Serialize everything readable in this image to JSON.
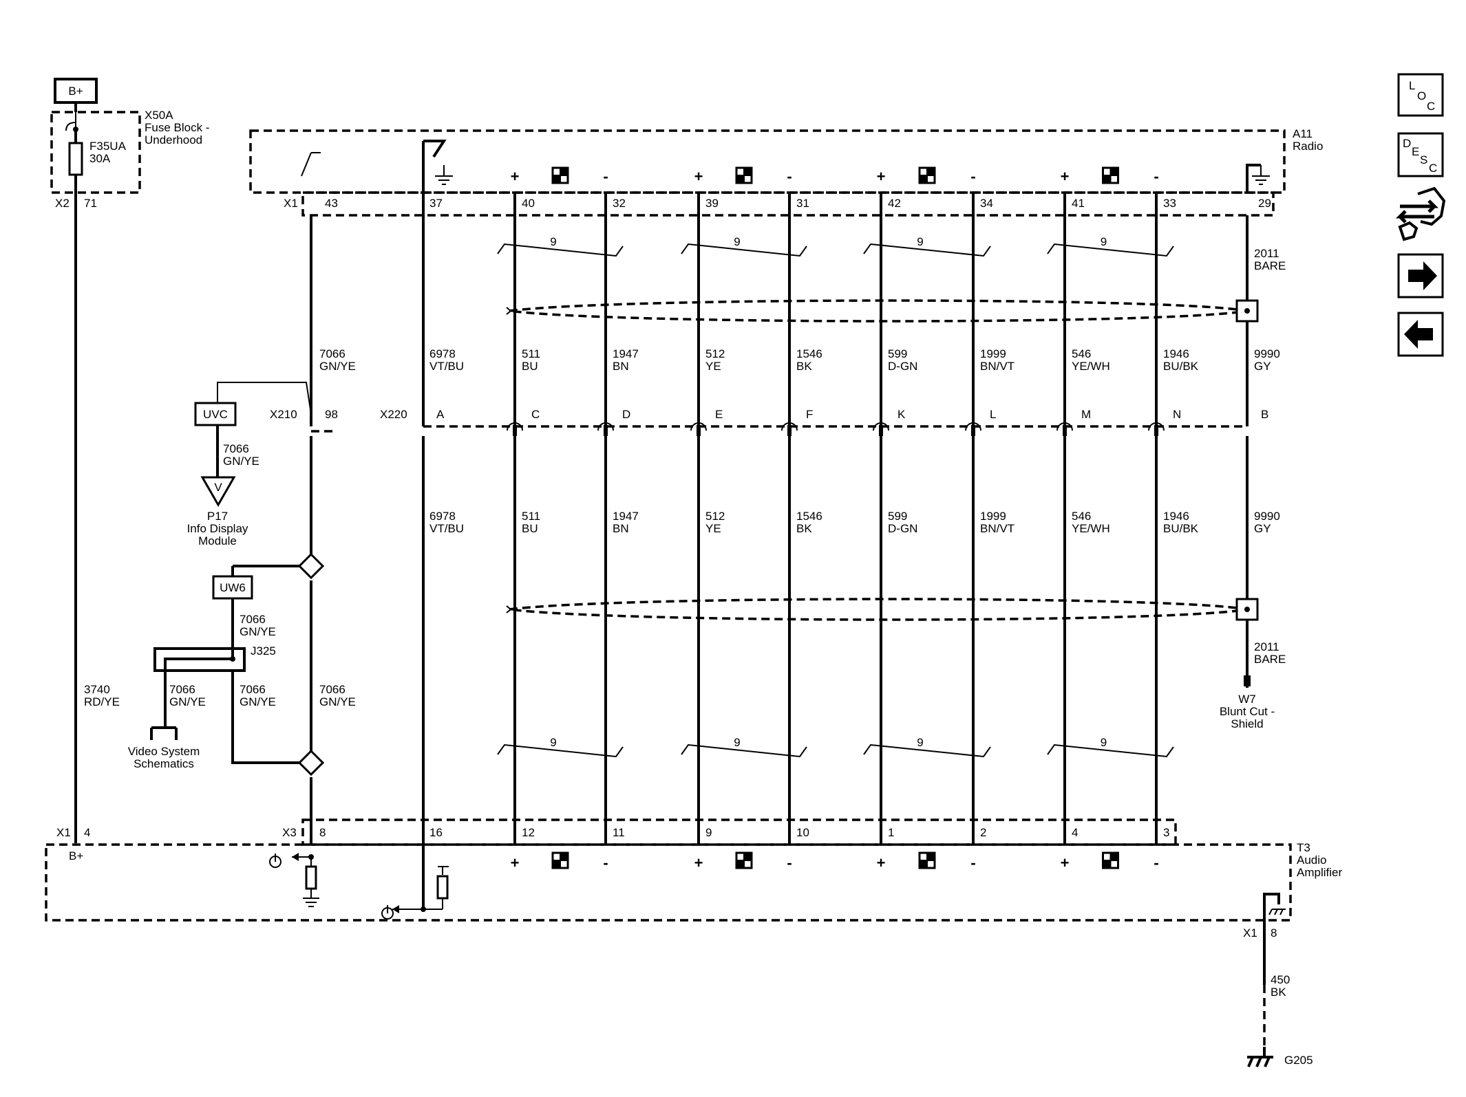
{
  "battery": {
    "label": "B+"
  },
  "fuse_block": {
    "ref": "X50A",
    "name_line1": "Fuse Block -",
    "name_line2": "Underhood",
    "fuse": "F35UA",
    "rating": "30A",
    "conn": "X2",
    "pin": "71"
  },
  "radio": {
    "ref": "A11",
    "name": "Radio",
    "conn": "X1"
  },
  "amplifier": {
    "ref": "T3",
    "name_line1": "Audio",
    "name_line2": "Amplifier",
    "conn": "X3",
    "bplus_conn": "X1",
    "bplus_pin": "4",
    "bplus_label": "B+",
    "ground_conn": "X1",
    "ground_pin": "8"
  },
  "inline_connectors": {
    "x210": "X210",
    "x210_pin": "98",
    "x220": "X220"
  },
  "battery_wire": {
    "circuit": "3740",
    "color": "RD/YE"
  },
  "enable_wire": {
    "radio_pin": "43",
    "amp_pin": "8",
    "circuit": "7066",
    "color": "GN/YE"
  },
  "splices": {
    "uvc": "UVC",
    "uw6": "UW6",
    "j325": "J325"
  },
  "p17": {
    "symbol": "V",
    "ref": "P17",
    "line1": "Info Display",
    "line2": "Module"
  },
  "video": {
    "line1": "Video System",
    "line2": "Schematics"
  },
  "power_wire": {
    "radio_pin": "37",
    "amp_pin": "16",
    "pin_x220": "A",
    "circuit": "6978",
    "color": "VT/BU"
  },
  "signal_wires": [
    {
      "radio_pin": "40",
      "amp_pin": "12",
      "x220_pin": "C",
      "circuit": "511",
      "color": "BU",
      "polarity": "+"
    },
    {
      "radio_pin": "32",
      "amp_pin": "11",
      "x220_pin": "D",
      "circuit": "1947",
      "color": "BN",
      "polarity": "-"
    },
    {
      "radio_pin": "39",
      "amp_pin": "9",
      "x220_pin": "E",
      "circuit": "512",
      "color": "YE",
      "polarity": "+"
    },
    {
      "radio_pin": "31",
      "amp_pin": "10",
      "x220_pin": "F",
      "circuit": "1546",
      "color": "BK",
      "polarity": "-"
    },
    {
      "radio_pin": "42",
      "amp_pin": "1",
      "x220_pin": "K",
      "circuit": "599",
      "color": "D-GN",
      "polarity": "+"
    },
    {
      "radio_pin": "34",
      "amp_pin": "2",
      "x220_pin": "L",
      "circuit": "1999",
      "color": "BN/VT",
      "polarity": "-"
    },
    {
      "radio_pin": "41",
      "amp_pin": "4",
      "x220_pin": "M",
      "circuit": "546",
      "color": "YE/WH",
      "polarity": "+"
    },
    {
      "radio_pin": "33",
      "amp_pin": "3",
      "x220_pin": "N",
      "circuit": "1946",
      "color": "BU/BK",
      "polarity": "-"
    }
  ],
  "twist_label": "9",
  "shield_wire": {
    "radio_pin": "29",
    "x220_pin": "B",
    "drain_circuit": "2011",
    "drain_color": "BARE",
    "circuit": "9990",
    "color": "GY",
    "w7_ref": "W7",
    "w7_line1": "Blunt Cut -",
    "w7_line2": "Shield"
  },
  "ground_wire": {
    "circuit": "450",
    "color": "BK",
    "ground": "G205"
  },
  "nav": [
    {
      "name": "loc-button",
      "l1": "L",
      "l2": "O",
      "l3": "C"
    },
    {
      "name": "desc-button",
      "l1": "D",
      "l2": "E",
      "l3": "S",
      "l4": "C"
    },
    {
      "name": "connector-info-button"
    },
    {
      "name": "next-page-button"
    },
    {
      "name": "previous-page-button"
    }
  ]
}
